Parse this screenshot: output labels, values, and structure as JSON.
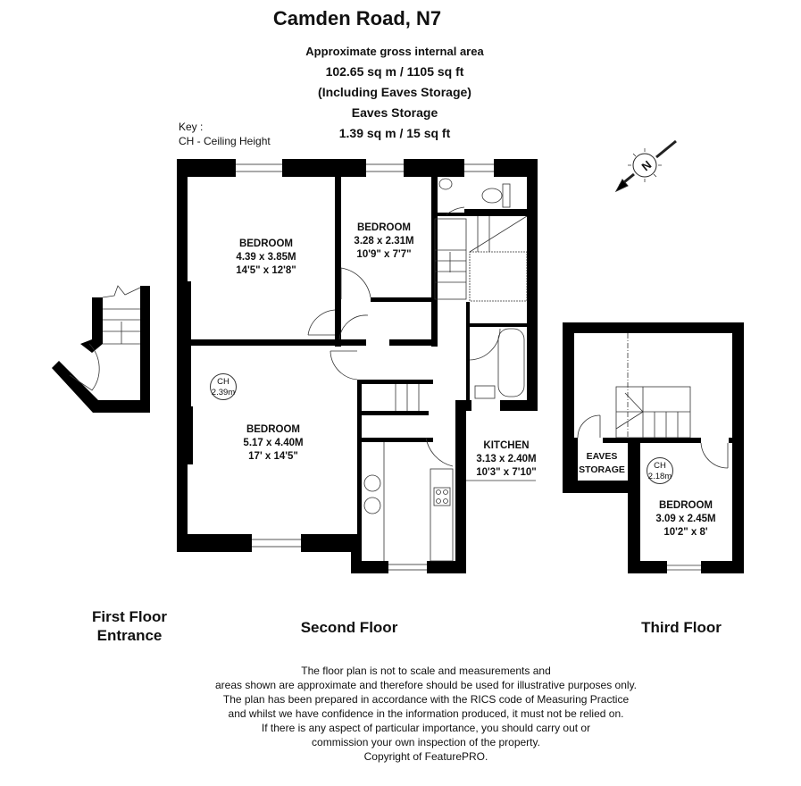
{
  "header": {
    "title": "Camden Road, N7",
    "area_label": "Approximate gross internal area",
    "area_value": "102.65 sq m /  1105 sq ft",
    "area_note": "(Including Eaves Storage)",
    "eaves_label": "Eaves Storage",
    "eaves_value": "1.39 sq m / 15 sq ft"
  },
  "key": {
    "title": "Key :",
    "entry": "CH - Ceiling Height"
  },
  "compass": {
    "label": "N"
  },
  "second_floor": {
    "label": "Second Floor",
    "rooms": [
      {
        "name": "BEDROOM",
        "metric": "4.39 x 3.85M",
        "imperial": "14'5\" x 12'8\""
      },
      {
        "name": "BEDROOM",
        "metric": "3.28 x 2.31M",
        "imperial": "10'9\" x 7'7\""
      },
      {
        "name": "BEDROOM",
        "metric": "5.17 x 4.40M",
        "imperial": "17' x 14'5\""
      },
      {
        "name": "KITCHEN",
        "metric": "3.13 x 2.40M",
        "imperial": "10'3\" x 7'10\""
      }
    ],
    "ceiling": {
      "label": "CH",
      "value": "2.39m"
    }
  },
  "third_floor": {
    "label": "Third Floor",
    "eaves": [
      "EAVES",
      "STORAGE"
    ],
    "room": {
      "name": "BEDROOM",
      "metric": "3.09 x 2.45M",
      "imperial": "10'2\" x 8'"
    },
    "ceiling": {
      "label": "CH",
      "value": "2.18m"
    }
  },
  "first_floor": {
    "label_line1": "First Floor",
    "label_line2": "Entrance"
  },
  "disclaimer": [
    "The floor plan is not to scale and measurements and",
    "areas shown are approximate and therefore should be used for illustrative purposes only.",
    "The plan has been prepared in accordance with the RICS code of Measuring Practice",
    "and whilst we have confidence in the information produced, it must not be relied on.",
    "If there is any aspect of particular importance, you should carry out or",
    "commission your own inspection of the property.",
    "Copyright of FeaturePRO."
  ]
}
